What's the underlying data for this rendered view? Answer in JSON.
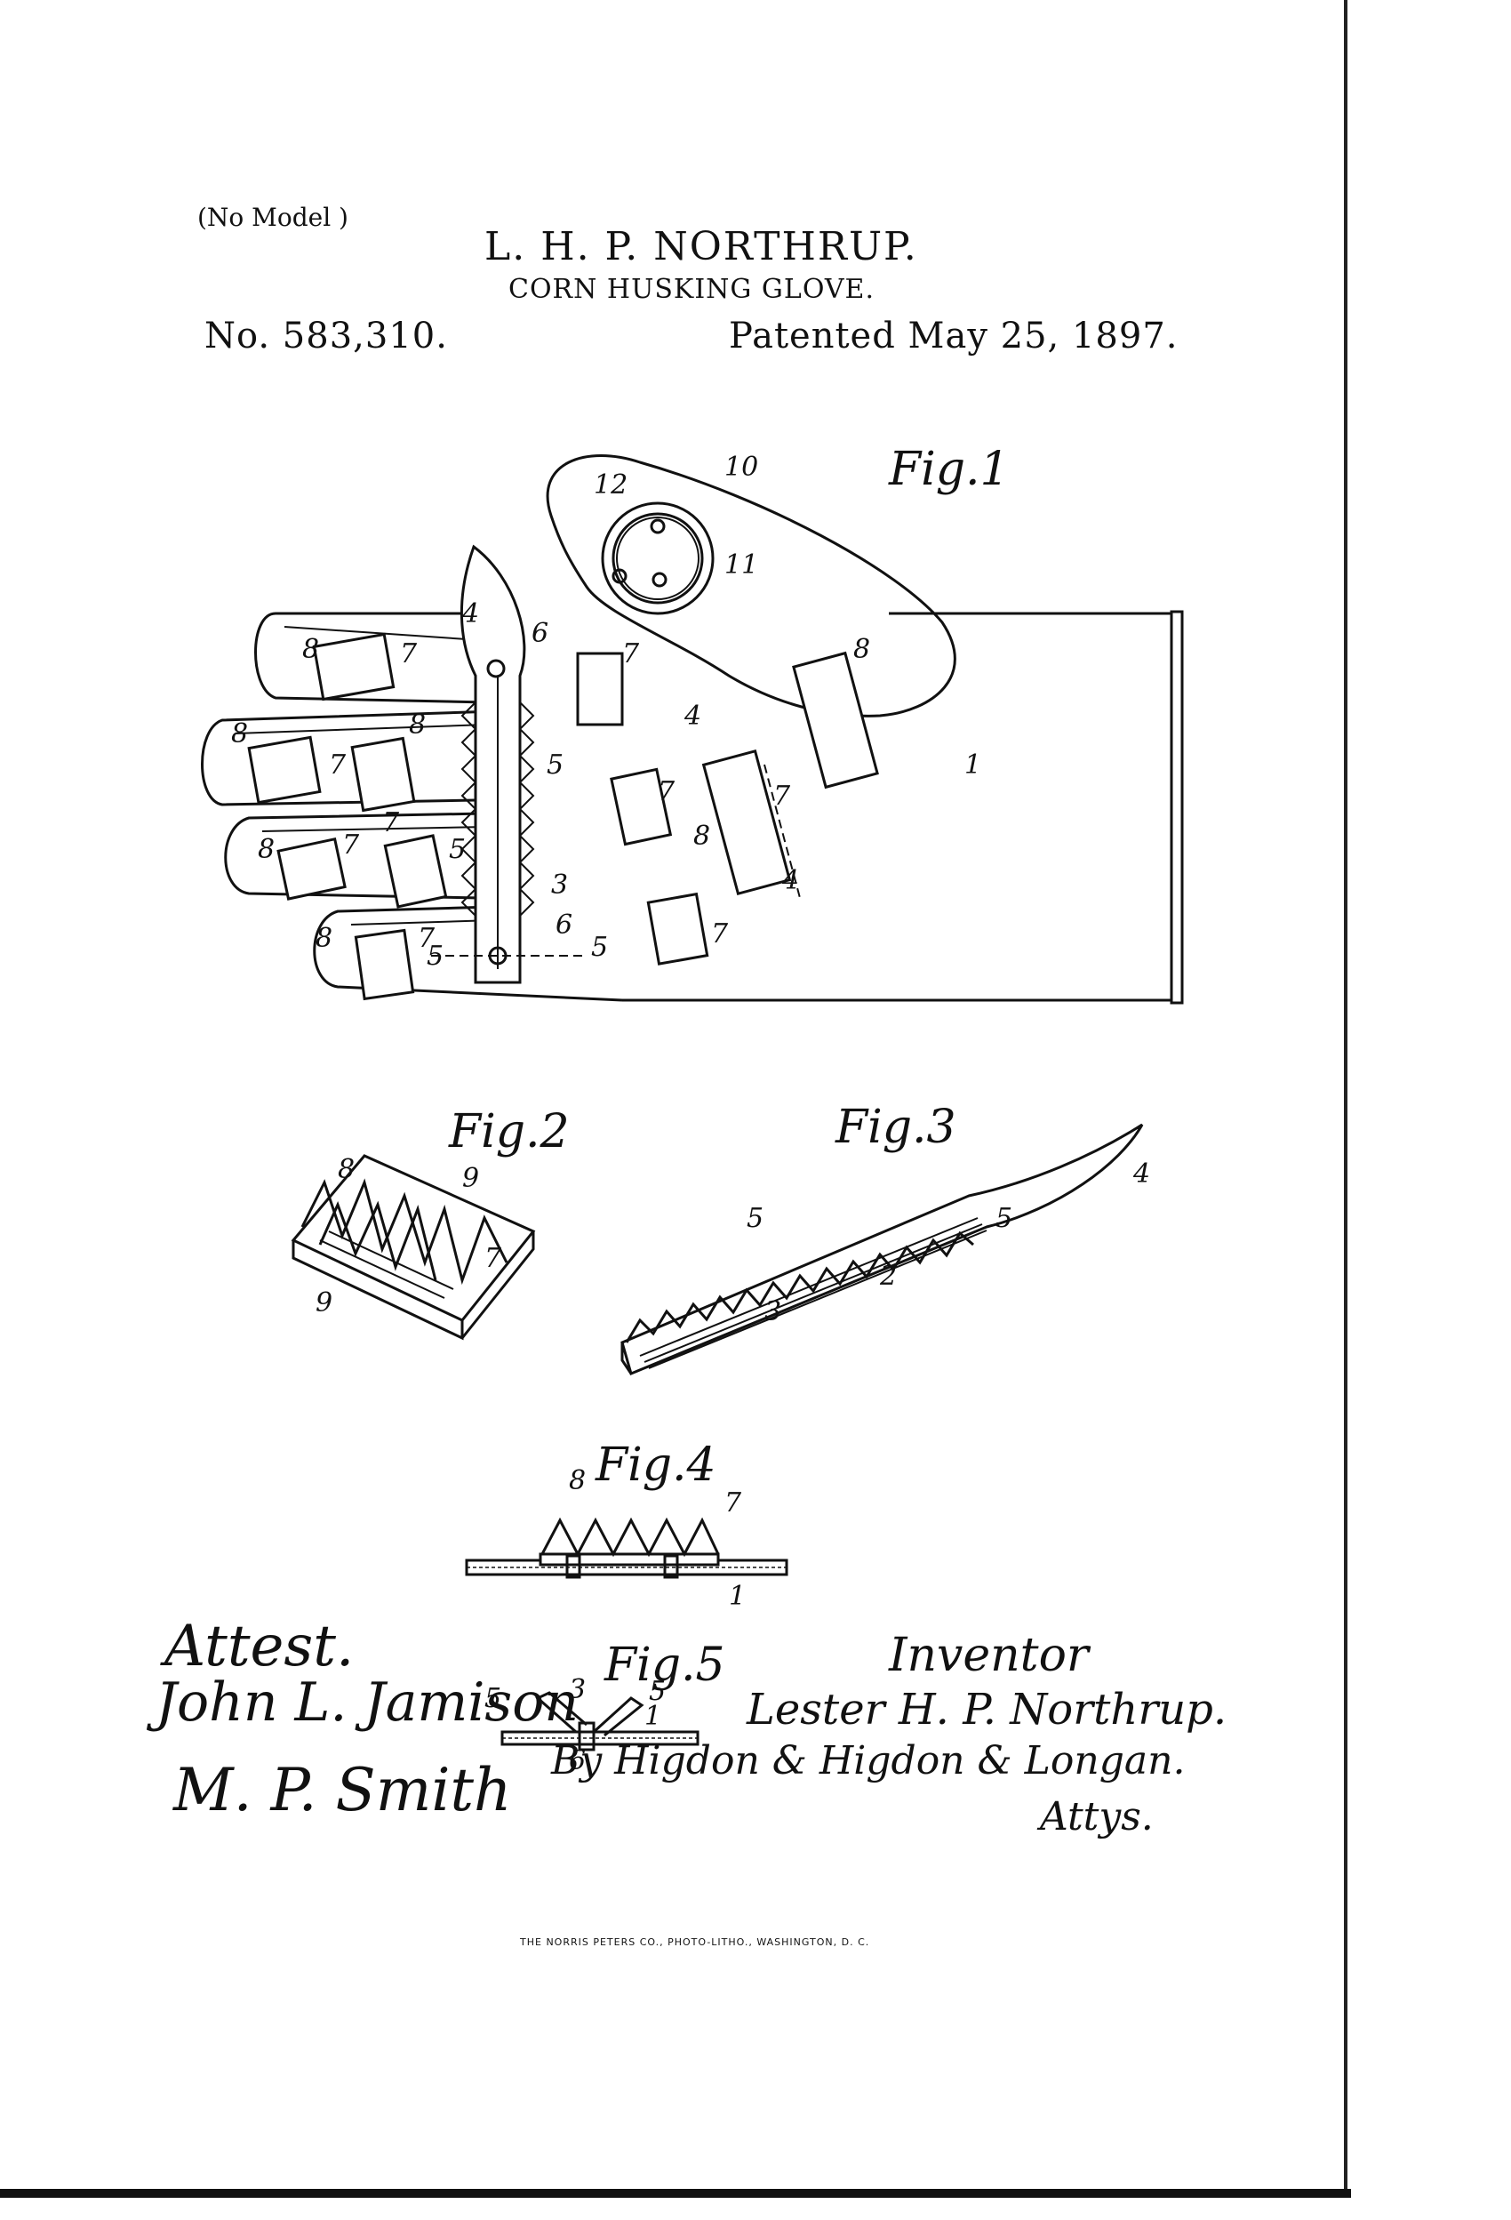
{
  "header": {
    "no_model": "(No Model )",
    "inventor_name": "L. H. P. NORTHRUP.",
    "title": "CORN HUSKING GLOVE.",
    "patent_number": "No. 583,310.",
    "patented_date": "Patented May 25, 1897."
  },
  "figures": {
    "fig1": "Fig.1",
    "fig2": "Fig.2",
    "fig3": "Fig.3",
    "fig4": "Fig.4",
    "fig5": "Fig.5"
  },
  "reference_labels": {
    "n1": "1",
    "n2": "2",
    "n3": "3",
    "n4": "4",
    "n5": "5",
    "n6": "6",
    "n7": "7",
    "n8": "8",
    "n9": "9",
    "n10": "10",
    "n11": "11",
    "n12": "12"
  },
  "signatures": {
    "attest": "Attest.",
    "witness_1": "John L. Jamison",
    "witness_2": "M. P. Smith",
    "inventor_label": "Inventor",
    "inventor_signature": "Lester H. P. Northrup.",
    "by_line": "By Higdon & Higdon & Longan.",
    "attorneys": "Attys."
  },
  "footer": {
    "printer": "THE NORRIS PETERS CO., PHOTO-LITHO., WASHINGTON, D. C."
  }
}
